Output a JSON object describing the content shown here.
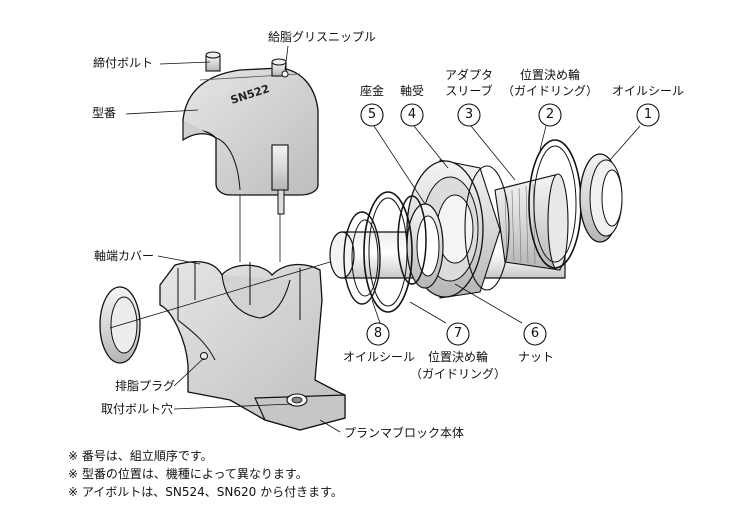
{
  "labels": {
    "tighten_bolt": "締付ボルト",
    "grease_nipple": "給脂グリスニップル",
    "model_number": "型番",
    "shaft_end_cover": "軸端カバー",
    "drain_plug": "排脂プラグ",
    "mounting_bolt_hole": "取付ボルト穴",
    "plummer_block_body": "プランマブロック本体",
    "cap_mark": "SN522"
  },
  "parts_top": [
    {
      "num": "5",
      "line1": "座金",
      "line2": ""
    },
    {
      "num": "4",
      "line1": "軸受",
      "line2": ""
    },
    {
      "num": "3",
      "line1": "アダプタ",
      "line2": "スリーブ"
    },
    {
      "num": "2",
      "line1": "位置決め輪",
      "line2": "（ガイドリング）"
    },
    {
      "num": "1",
      "line1": "オイルシール",
      "line2": ""
    }
  ],
  "parts_bottom": [
    {
      "num": "8",
      "line1": "オイルシール",
      "line2": ""
    },
    {
      "num": "7",
      "line1": "位置決め輪",
      "line2": "（ガイドリング）"
    },
    {
      "num": "6",
      "line1": "ナット",
      "line2": ""
    }
  ],
  "notes": [
    "※ 番号は、組立順序です。",
    "※ 型番の位置は、機種によって異なります。",
    "※ アイボルトは、SN524、SN620 から付きます。"
  ]
}
